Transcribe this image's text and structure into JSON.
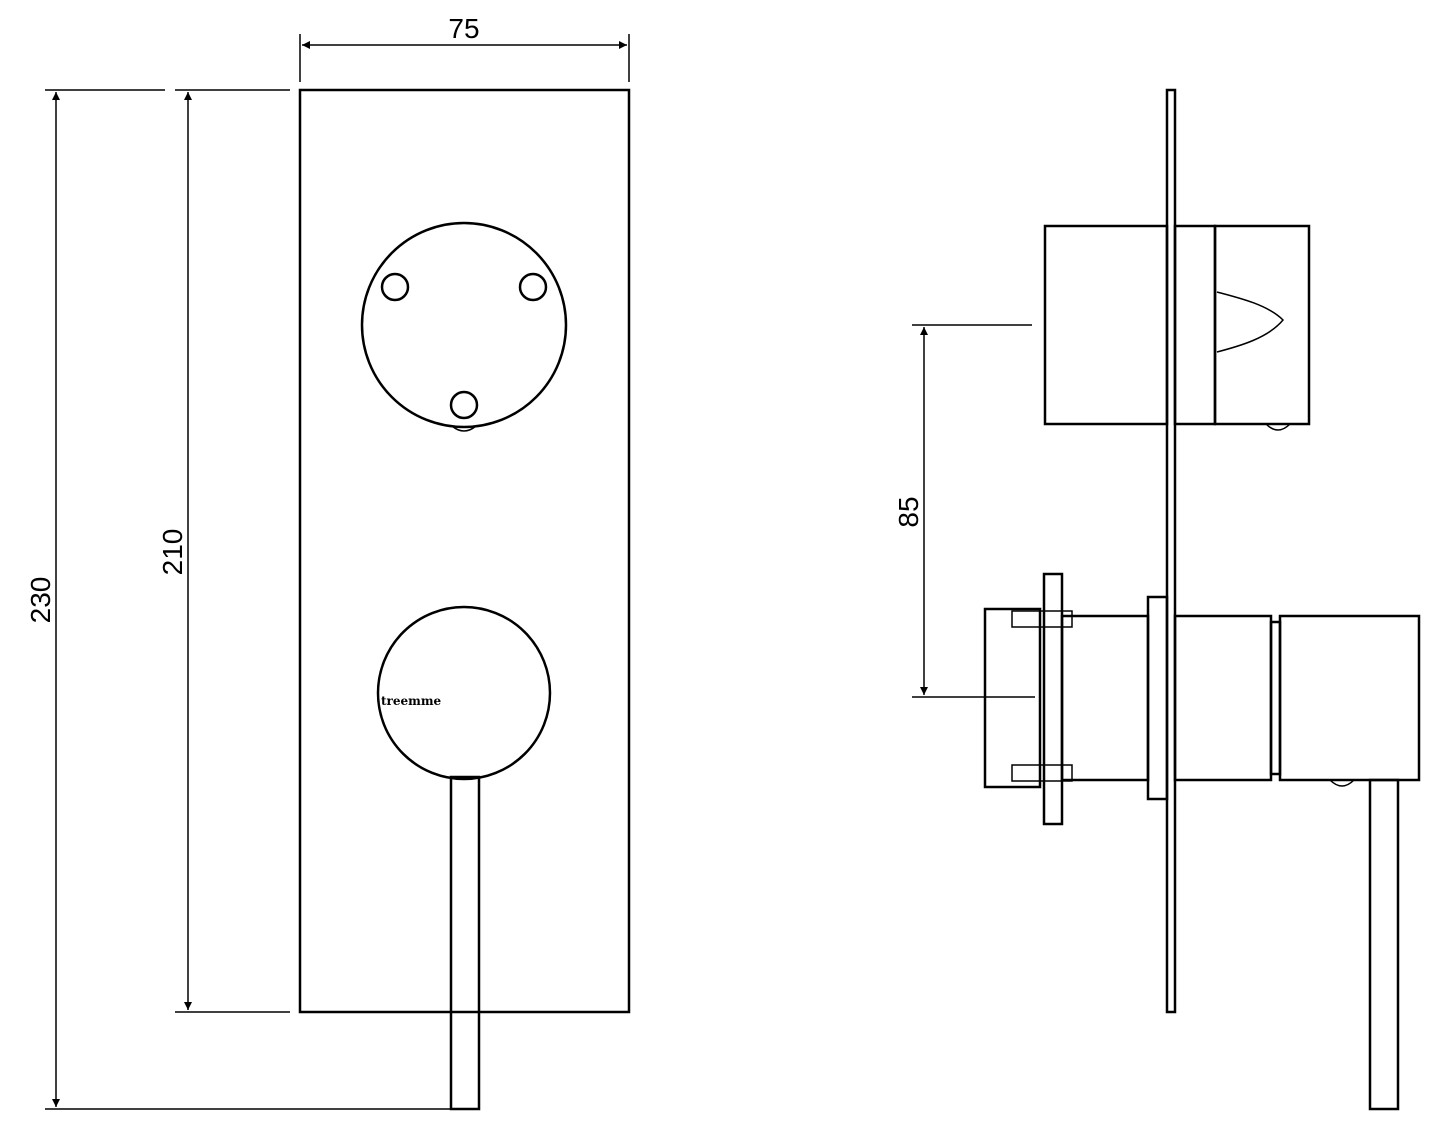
{
  "dimensions": {
    "width": "75",
    "height_plate": "210",
    "height_total": "230",
    "depth_spacing": "85"
  },
  "brand_logo": "treemme",
  "colors": {
    "line": "#000000",
    "background": "#ffffff"
  }
}
